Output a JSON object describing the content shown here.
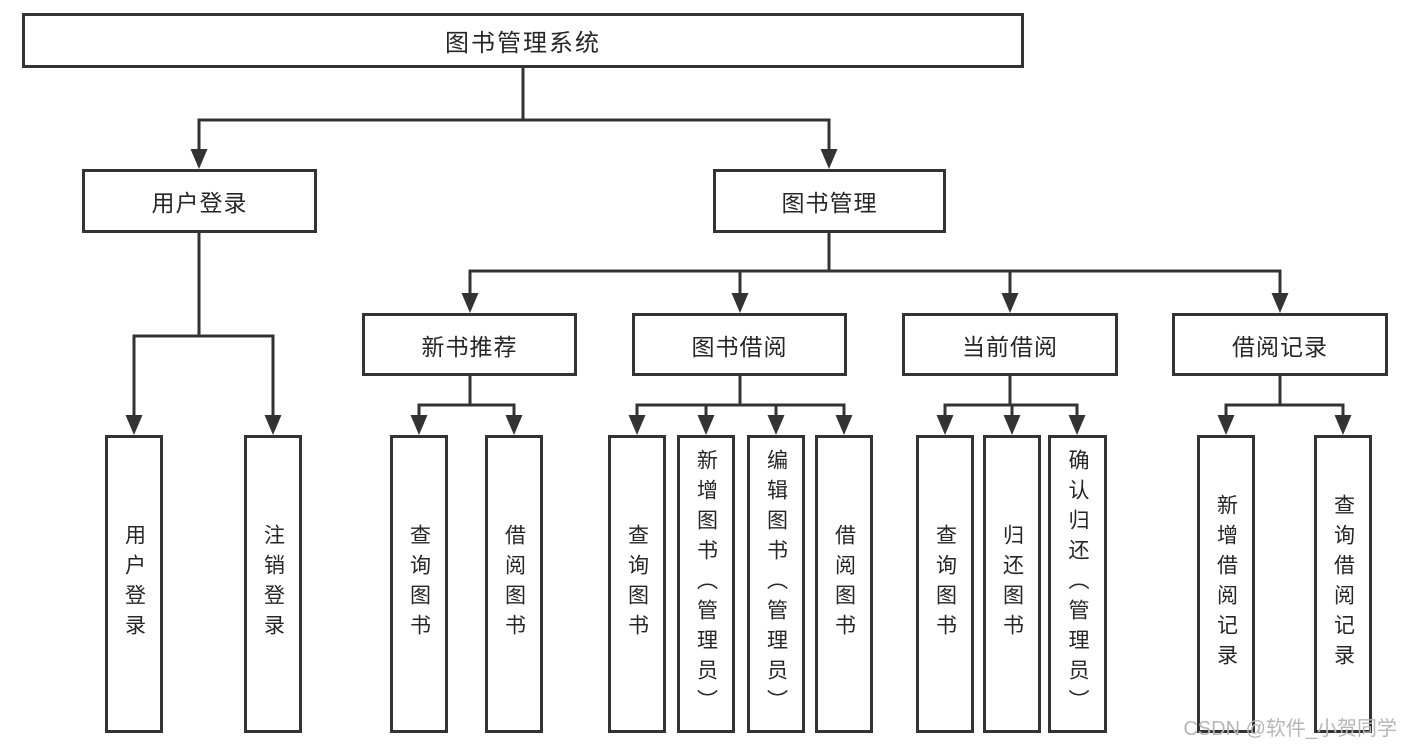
{
  "diagram": {
    "root": {
      "label": "图书管理系统",
      "children": [
        {
          "label": "用户登录",
          "children": [
            {
              "label": "用户登录"
            },
            {
              "label": "注销登录"
            }
          ]
        },
        {
          "label": "图书管理",
          "children": [
            {
              "label": "新书推荐",
              "children": [
                {
                  "label": "查询图书"
                },
                {
                  "label": "借阅图书"
                }
              ]
            },
            {
              "label": "图书借阅",
              "children": [
                {
                  "label": "查询图书"
                },
                {
                  "label": "新增图书（管理员）"
                },
                {
                  "label": "编辑图书（管理员）"
                },
                {
                  "label": "借阅图书"
                }
              ]
            },
            {
              "label": "当前借阅",
              "children": [
                {
                  "label": "查询图书"
                },
                {
                  "label": "归还图书"
                },
                {
                  "label": "确认归还（管理员）"
                }
              ]
            },
            {
              "label": "借阅记录",
              "children": [
                {
                  "label": "新增借阅记录"
                },
                {
                  "label": "查询借阅记录"
                }
              ]
            }
          ]
        }
      ]
    },
    "watermark": "CSDN @软件_小贺同学",
    "colors": {
      "line_color": "#333333",
      "border_color": "#333333",
      "text_color": "#262626",
      "watermark_color": "#b6b6b6",
      "background": "#ffffff"
    }
  }
}
